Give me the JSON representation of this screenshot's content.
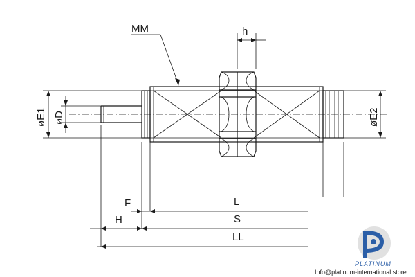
{
  "labels": {
    "thread": "MM",
    "nut_width": "h",
    "dia_e1": "øE1",
    "dia_d": "øD",
    "dia_e2": "øE2",
    "flange": "F",
    "thread_length": "L",
    "stem": "H",
    "body_length": "S",
    "total_length": "LL"
  },
  "watermark": {
    "brand": "PLATINUM",
    "contact": "Info@platinum-international.store"
  },
  "colors": {
    "line": "#1a1a1a",
    "logo_blue": "#2b5ea7",
    "logo_grey": "#c9c9c9"
  }
}
